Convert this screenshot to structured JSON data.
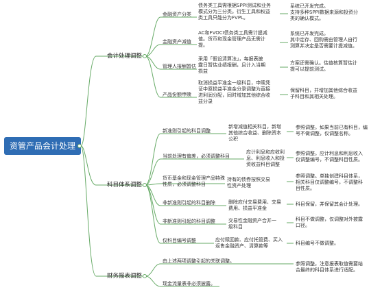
{
  "root": {
    "label": "资管产品会计处理"
  },
  "colors": {
    "root_fill": "#2f6db4",
    "line": "#66aa66"
  },
  "groups": [
    {
      "label": "会计处理调整",
      "items": [
        {
          "label": "金融资产分类",
          "detail": "债务类工具需根据SPPI测试和业务\n模式分为三分类。衍生工具和权益\n类工具只能分为FVPL。",
          "note": "系统已开发完成。\n支持多种SPPI数据来源和投资分\n类的确认模式。"
        },
        {
          "label": "金融资产减值",
          "detail": "AC和FVOCI债务类工具需计提减\n值。货币和现金管理产品无需计\n提。",
          "note": "系统已开发完成。\n其中定存、回购需由管理人自行\n测算并决定是否需要计提减值。"
        },
        {
          "label": "管理人报酬暂估",
          "detail": "采用「假设清算法」，每报表披\n露日暂估业绩报酬，且计入当期\n损益",
          "note": "方案还需确认。估值核算暂估计\n提可以提前测试。"
        },
        {
          "label": "产品份额申赎",
          "detail": "取消损益平准金一级科目，申赎凭\n证中原损益平准金分录调整为直接\n进利润分配，同时增加其他综合收\n益分录",
          "note": "保留科目，并增加其他综合收益\n子科目和其相关处理。"
        }
      ]
    },
    {
      "label": "科目体系调整",
      "items": [
        {
          "label": "新准则引起的科目调整",
          "detail": "新增减值相关科目，新增\n其他综合收益、删除资本\n公积",
          "note": "参照调整。如果当前已有科目，编\n号不做调整，仅调整名称。"
        },
        {
          "label": "当前处理有偏差，必须调整科目",
          "detail": "应计利息和应收利\n息、利息收入和投\n资收益科目调整",
          "note": "参照调整。应计利息和利息收入\n仅调整编号，不调整科目性质。"
        },
        {
          "label": "货币基金和现金管理产品特殊\n性质，必须调整科目",
          "detail": "持有的债券按照交易\n性资产处理",
          "note": "参照调整。单独创建科目体系，\n相关科目仅调整编号，不调整科\n目性质。"
        },
        {
          "label": "非新准则引起的科目删除",
          "detail": "删除应付交易费用、交易\n费用、损益平准金",
          "note": "科目保留，并保留其会计处理。"
        },
        {
          "label": "非新准则引起的科目调整",
          "detail": "交易性金融资产合并一\n级科目",
          "note": "科目不做调整，仅调整对外披露\n口径。"
        },
        {
          "label": "仅科目编号调整",
          "detail": "应付赎回款、应付托管费、买入\n返售金融资产、清算款等",
          "note": "科目编号不做调整。"
        }
      ]
    },
    {
      "label": "财务报表调整",
      "items": [
        {
          "label": "由上述两项调整引起的关联调整。",
          "note": "参照调整。注意报表取值需要结\n合最终的科目体系进行适配。"
        },
        {
          "label": "现金流量表非必须披露。"
        }
      ]
    }
  ]
}
